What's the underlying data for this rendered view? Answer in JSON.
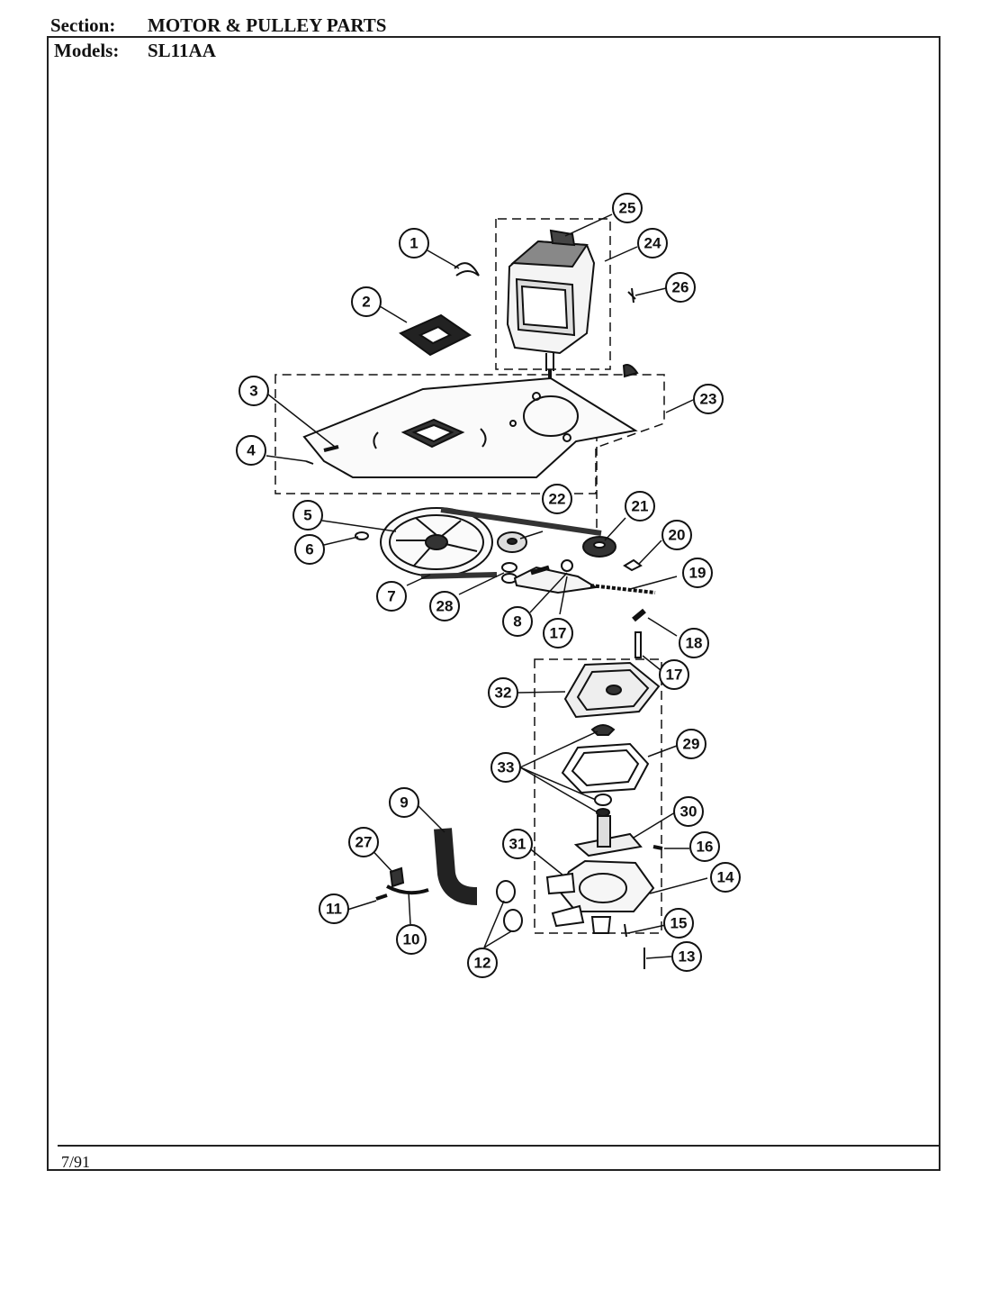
{
  "header": {
    "section_label": "Section:",
    "section_value": "MOTOR & PULLEY PARTS",
    "models_label": "Models:",
    "models_value": "SL11AA"
  },
  "footer": {
    "date": "7/91"
  },
  "callouts": [
    "1",
    "2",
    "3",
    "4",
    "5",
    "6",
    "7",
    "8",
    "9",
    "10",
    "11",
    "12",
    "13",
    "14",
    "15",
    "16",
    "17",
    "17",
    "18",
    "19",
    "20",
    "21",
    "22",
    "23",
    "24",
    "25",
    "26",
    "27",
    "28",
    "29",
    "30",
    "31",
    "32",
    "33"
  ]
}
